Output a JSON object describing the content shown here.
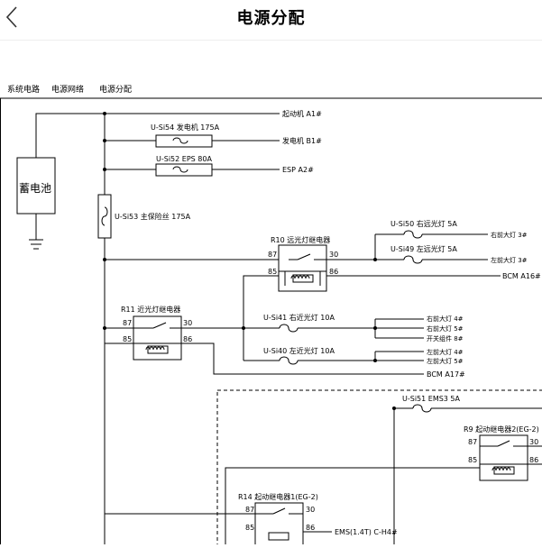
{
  "header": {
    "title": "电源分配",
    "back_icon": "chevron-left-icon"
  },
  "breadcrumb": {
    "items": [
      "系统电路",
      "电源网络",
      "电源分配"
    ]
  },
  "battery": {
    "label": "蓄电池"
  },
  "outputs": {
    "starter": "起动机  A1#",
    "generator": "发电机  B1#",
    "esp": "ESP  A2#",
    "right_high": "右前大灯 3#",
    "left_high": "左前大灯 3#",
    "bcm16": "BCM A16#",
    "right_low_4": "右前大灯 4#",
    "right_low_5": "右前大灯 5#",
    "switch_8": "开关组件 8#",
    "left_low_4": "左前大灯 4#",
    "left_low_5": "左前大灯 5#",
    "bcm17": "BCM A17#",
    "ems": "EMS(1.4T) C-H4#"
  },
  "fuses": {
    "si54": "U-Si54 发电机 175A",
    "si52": "U-Si52  EPS  80A",
    "si53": "U-Si53  主保险丝 175A",
    "si50": "U-Si50  右远光灯 5A",
    "si49": "U-Si49  左远光灯 5A",
    "si41": "U-Si41  右近光灯 10A",
    "si40": "U-Si40  左近光灯 10A",
    "si51": "U-Si51  EMS3  5A"
  },
  "relays": {
    "r10": "R10  远光灯继电器",
    "r11": "R11  近光灯继电器",
    "r9": "R9  起动继电器2(EG-2)",
    "r14": "R14  起动继电器1(EG-2)"
  },
  "pins": {
    "p87": "87",
    "p30": "30",
    "p85": "85",
    "p86": "86"
  }
}
